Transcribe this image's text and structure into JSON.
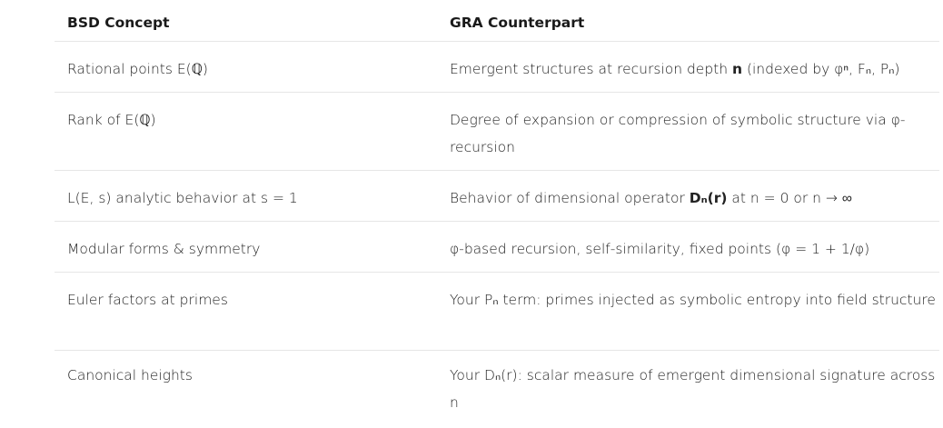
{
  "table": {
    "headers": [
      "BSD Concept",
      "GRA Counterpart"
    ],
    "rows": [
      {
        "concept": "Rational points E(ℚ)",
        "counterpart_pre": "Emergent structures at recursion depth ",
        "counterpart_bold": "n",
        "counterpart_post": " (indexed by φⁿ, Fₙ, Pₙ)"
      },
      {
        "concept": "Rank of E(ℚ)",
        "counterpart_pre": "Degree of expansion or compression of symbolic structure via φ-recursion",
        "counterpart_bold": "",
        "counterpart_post": ""
      },
      {
        "concept": "L(E, s) analytic behavior at s = 1",
        "counterpart_pre": "Behavior of dimensional operator ",
        "counterpart_bold": "Dₙ(r)",
        "counterpart_post": " at n = 0 or n → ∞"
      },
      {
        "concept": "Modular forms & symmetry",
        "counterpart_pre": "φ-based recursion, self-similarity, fixed points (φ = 1 + 1/φ)",
        "counterpart_bold": "",
        "counterpart_post": ""
      },
      {
        "concept": "Euler factors at primes",
        "counterpart_pre": "Your Pₙ term: primes injected as symbolic entropy into field structure",
        "counterpart_bold": "",
        "counterpart_post": ""
      },
      {
        "concept": "Canonical heights",
        "counterpart_pre": "Your Dₙ(r): scalar measure of emergent dimensional signature across n",
        "counterpart_bold": "",
        "counterpart_post": ""
      }
    ]
  }
}
